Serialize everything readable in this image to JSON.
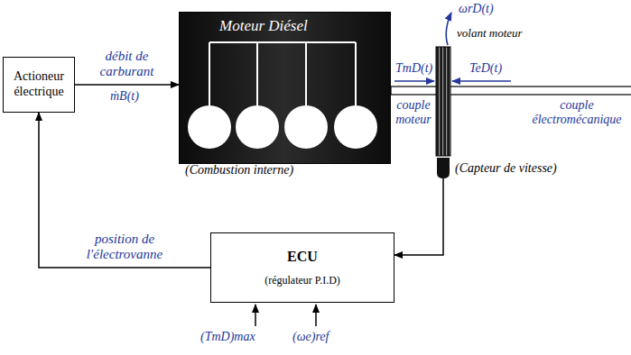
{
  "diagram": {
    "nodes": [
      {
        "text": [
          "Actioneur électrique"
        ]
      },
      {
        "text": [
          "Moteur Diésel"
        ]
      },
      {
        "text": [
          "ECU",
          "(régulateur P.I.D)"
        ]
      },
      {
        "text": [
          "(Capteur de vitesse)"
        ]
      }
    ],
    "edges": [
      {
        "from": 0,
        "to": 1,
        "arrow": "to",
        "label": "débit de carburant"
      },
      {
        "from": 2,
        "to": 0,
        "arrow": "to",
        "label": "position de l'électrovanne"
      },
      {
        "from": 3,
        "to": 2,
        "arrow": "to"
      }
    ],
    "labels": [
      "couple moteur",
      "volant moteur",
      "couple électromécanique",
      "(Combustion interne)",
      "TmD(t)",
      "ωrD(t)",
      "TeD(t)",
      "ṁB(t)",
      "(TmD)max",
      "(ωe)ref"
    ]
  }
}
